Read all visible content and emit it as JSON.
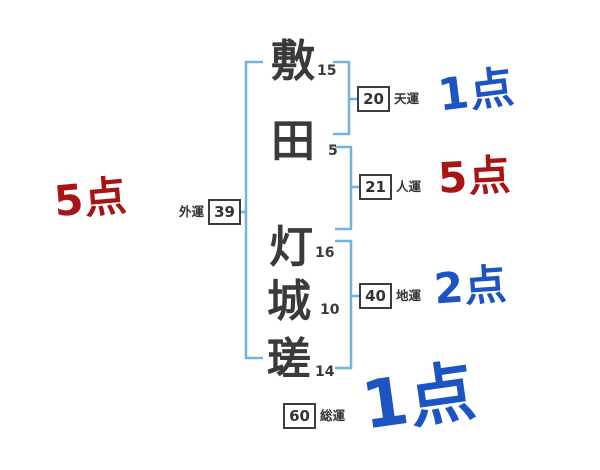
{
  "name_chars": [
    {
      "char": "敷",
      "strokes": "15"
    },
    {
      "char": "田",
      "strokes": "5"
    },
    {
      "char": "灯",
      "strokes": "16"
    },
    {
      "char": "城",
      "strokes": "10"
    },
    {
      "char": "瑳",
      "strokes": "14"
    }
  ],
  "fortunes": {
    "heaven": {
      "label": "天運",
      "value": "20",
      "score": "1点"
    },
    "person": {
      "label": "人運",
      "value": "21",
      "score": "5点"
    },
    "earth": {
      "label": "地運",
      "value": "40",
      "score": "2点"
    },
    "total": {
      "label": "総運",
      "value": "60",
      "score": "1点"
    },
    "outer": {
      "label": "外運",
      "value": "39",
      "score": "5点"
    }
  },
  "colors": {
    "bracket_blue": "#74b4dc",
    "score_red": "#a81414",
    "score_blue": "#1c55c2",
    "ink": "#3a3a3a"
  }
}
